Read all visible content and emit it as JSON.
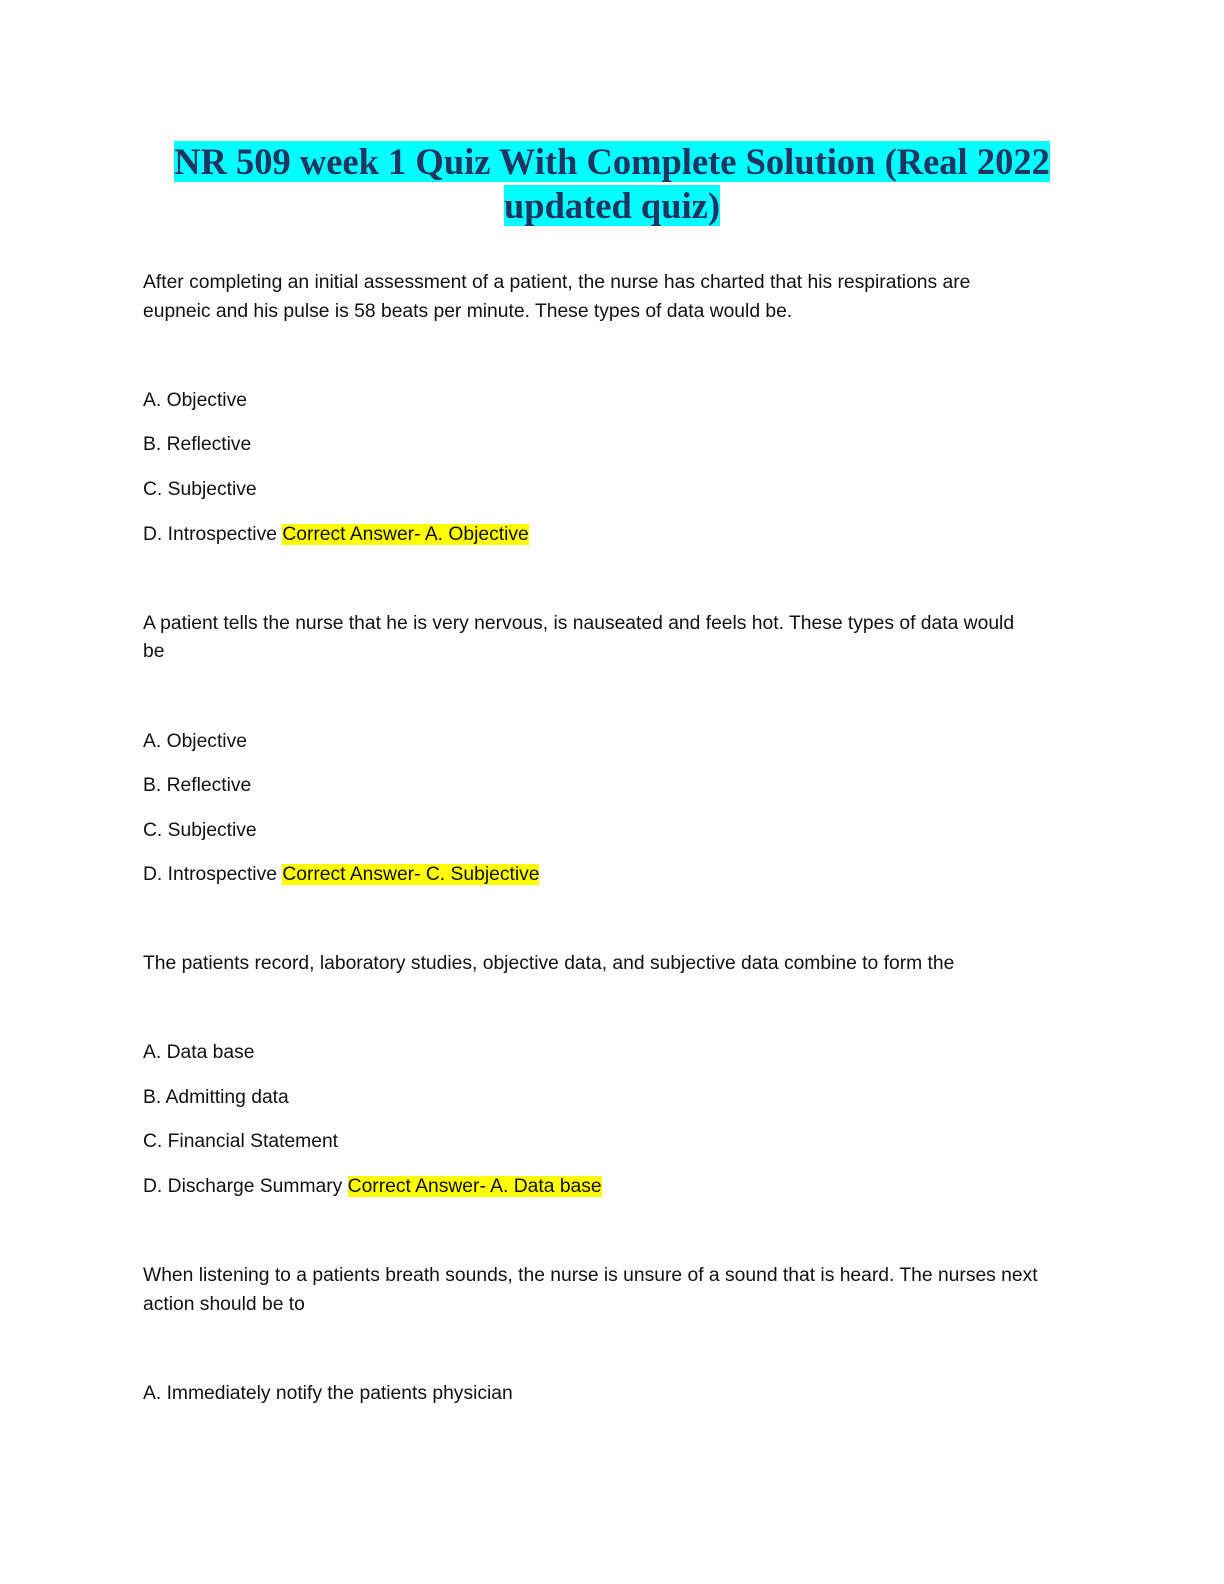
{
  "title": "NR 509 week 1 Quiz With Complete Solution (Real 2022 updated quiz)",
  "questions": [
    {
      "lines": [
        "After completing an initial assessment of a patient, the nurse has charted that his respirations are",
        "eupneic and his pulse is 58 beats per minute. These types of data would be."
      ],
      "options": [
        "A. Objective",
        "B. Reflective",
        "C. Subjective",
        "D. Introspective"
      ],
      "answer": "Correct Answer- A. Objective"
    },
    {
      "lines": [
        "A patient tells the nurse that he is very nervous, is nauseated and feels hot. These types of data would",
        "be"
      ],
      "options": [
        "A. Objective",
        "B. Reflective",
        "C. Subjective",
        "D. Introspective"
      ],
      "answer": "Correct Answer- C. Subjective"
    },
    {
      "lines": [
        "The patients record, laboratory studies, objective data, and subjective data combine to form the"
      ],
      "options": [
        "A. Data base",
        "B. Admitting data",
        "C. Financial Statement",
        "D. Discharge Summary"
      ],
      "answer": "Correct Answer- A. Data base"
    },
    {
      "lines": [
        "When listening to a patients breath sounds, the nurse is unsure of a sound that is heard. The nurses next",
        "action should be to"
      ],
      "options": [
        "A. Immediately notify the patients physician"
      ]
    }
  ]
}
